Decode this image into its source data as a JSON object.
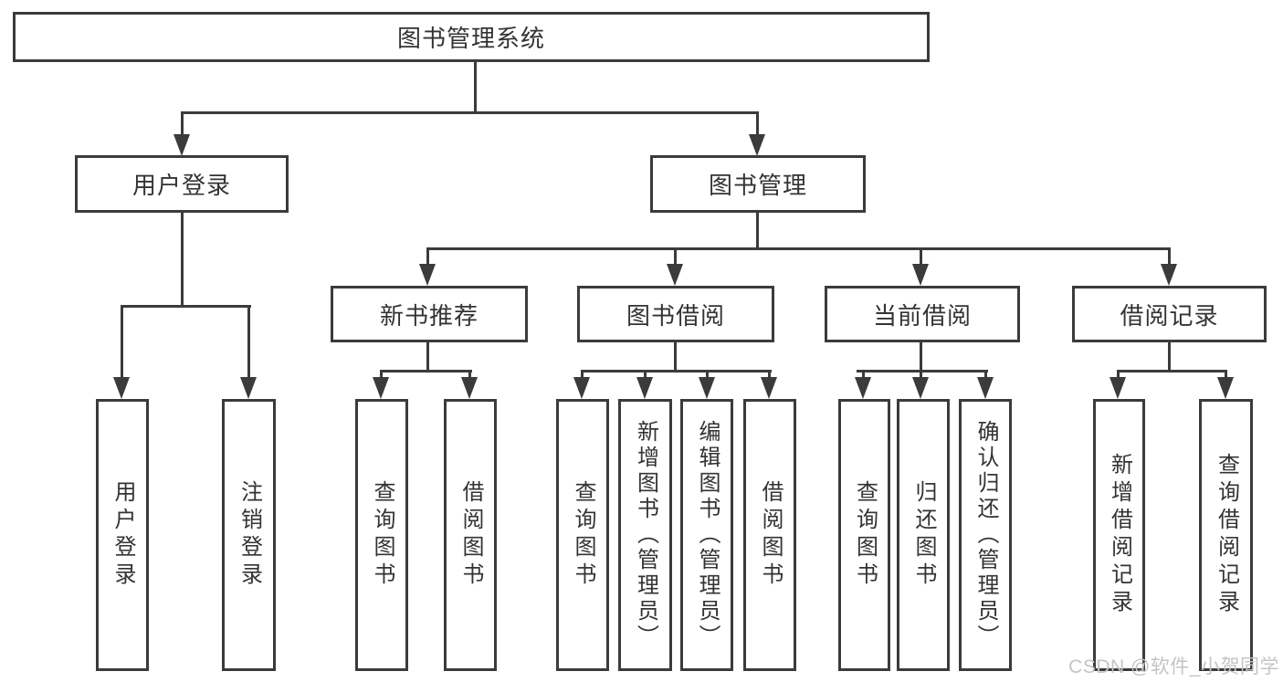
{
  "colors": {
    "line": "#3b3b3b",
    "box_border": "#3b3b3b",
    "text": "#333333",
    "watermark": "#c4c4c4",
    "background": "#ffffff"
  },
  "watermark": {
    "text": "CSDN @软件_小贺同学"
  },
  "tree": {
    "root": {
      "label": "图书管理系统"
    },
    "branches": [
      {
        "label": "用户登录",
        "children": [
          {
            "label": "用户登录"
          },
          {
            "label": "注销登录"
          }
        ]
      },
      {
        "label": "图书管理",
        "children": [
          {
            "label": "新书推荐",
            "children": [
              {
                "label": "查询图书"
              },
              {
                "label": "借阅图书"
              }
            ]
          },
          {
            "label": "图书借阅",
            "children": [
              {
                "label": "查询图书"
              },
              {
                "label": "新增图书（管理员）"
              },
              {
                "label": "编辑图书（管理员）"
              },
              {
                "label": "借阅图书"
              }
            ]
          },
          {
            "label": "当前借阅",
            "children": [
              {
                "label": "查询图书"
              },
              {
                "label": "归还图书"
              },
              {
                "label": "确认归还（管理员）"
              }
            ]
          },
          {
            "label": "借阅记录",
            "children": [
              {
                "label": "新增借阅记录"
              },
              {
                "label": "查询借阅记录"
              }
            ]
          }
        ]
      }
    ]
  }
}
